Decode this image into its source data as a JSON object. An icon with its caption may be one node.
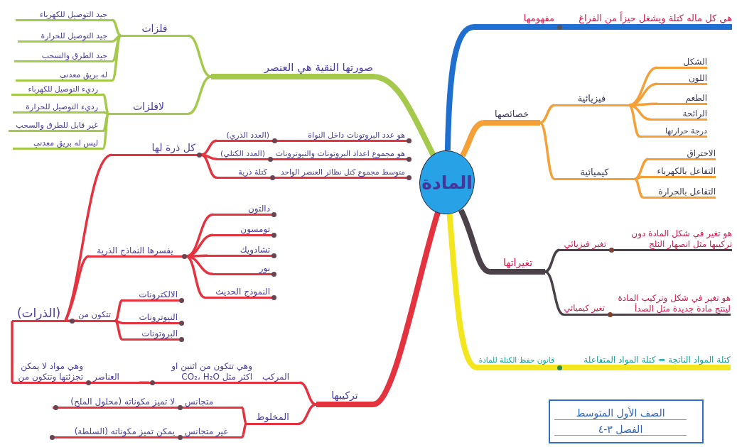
{
  "diagram": {
    "nodes": [
      {
        "text": [
          "المادة"
        ]
      },
      {
        "text": [
          "هي كل ماله كتلة ويشغل حيزاً من الفراغ",
          "مفهومها"
        ]
      },
      {
        "text": [
          "خصائصها"
        ]
      },
      {
        "text": [
          "فيزيائية"
        ]
      },
      {
        "text": [
          "الشكل"
        ]
      },
      {
        "text": [
          "اللون"
        ]
      },
      {
        "text": [
          "الطعم"
        ]
      },
      {
        "text": [
          "الرائحة"
        ]
      },
      {
        "text": [
          "درجة حرارتها"
        ]
      },
      {
        "text": [
          "كيميائية"
        ]
      },
      {
        "text": [
          "الاحتراق"
        ]
      },
      {
        "text": [
          "التفاعل بالكهرباء"
        ]
      },
      {
        "text": [
          "التفاعل بالحرارة"
        ]
      },
      {
        "text": [
          "تغيراتها"
        ]
      },
      {
        "text": [
          "هو تغير في شكل المادة دون تركيبها مثل انصهار الثلج",
          "تغير فيزيائي"
        ]
      },
      {
        "text": [
          "هو تغير في شكل وتركيب المادة لينتج مادة جديدة مثل الصدأ",
          "تغير كيميائي"
        ]
      },
      {
        "text": [
          "كتلة المواد الناتجة = كتلة المواد المتفاعلة",
          "قانون حفظ الكتلة للمادة"
        ]
      },
      {
        "text": [
          "تركيبها"
        ]
      },
      {
        "text": [
          "المركب",
          "وهي تتكون من اثنين او اكثر مثل CO₂، H₂O"
        ]
      },
      {
        "text": [
          "العناصر",
          "وهي مواد لا يمكن تجزئتها وتتكون من"
        ]
      },
      {
        "text": [
          "(الذرات)"
        ]
      },
      {
        "text": [
          "تتكون من"
        ]
      },
      {
        "text": [
          "الالكترونات"
        ]
      },
      {
        "text": [
          "النيوترونات"
        ]
      },
      {
        "text": [
          "البروتونات"
        ]
      },
      {
        "text": [
          "يفسرها النماذج الذرية"
        ]
      },
      {
        "text": [
          "دالتون"
        ]
      },
      {
        "text": [
          "تومسون"
        ]
      },
      {
        "text": [
          "تشادويك"
        ]
      },
      {
        "text": [
          "بور"
        ]
      },
      {
        "text": [
          "النموذج الحديث"
        ]
      },
      {
        "text": [
          "كل ذرة لها"
        ]
      },
      {
        "text": [
          "هو عدد البروتونات داخل النواة",
          "(العدد الذري)"
        ]
      },
      {
        "text": [
          "هو مجموع اعداد البروتونات والنيوترونات",
          "(العدد الكتلي)"
        ]
      },
      {
        "text": [
          "متوسط مجموع كتل نظائر العنصر الواحد",
          "كتلة ذرية"
        ]
      },
      {
        "text": [
          "المخلوط"
        ]
      },
      {
        "text": [
          "متجانس",
          "لا تميز مكوناته (محلول الملح)"
        ]
      },
      {
        "text": [
          "غير متجانس",
          "يمكن تميز مكوناته (السلطة)"
        ]
      },
      {
        "text": [
          "صورتها النقية هي العنصر"
        ]
      },
      {
        "text": [
          "فلزات"
        ]
      },
      {
        "text": [
          "جيد التوصيل للكهرباء"
        ]
      },
      {
        "text": [
          "جيد التوصيل للحرارة"
        ]
      },
      {
        "text": [
          "جيد الطرق والسحب"
        ]
      },
      {
        "text": [
          "له بريق معدني"
        ]
      },
      {
        "text": [
          "لافلزات"
        ]
      },
      {
        "text": [
          "رديء التوصيل للكهرباء"
        ]
      },
      {
        "text": [
          "رديء التوصيل للحرارة"
        ]
      },
      {
        "text": [
          "غير قابل للطرق والسحب"
        ]
      },
      {
        "text": [
          "ليس له بريق معدني"
        ]
      },
      {
        "text": [
          "الصف الأول المتوسط",
          "الفصل ٣-٤"
        ]
      }
    ],
    "edges": [
      {
        "from": 0,
        "to": 1,
        "arrow": "none",
        "style": "thick",
        "color": "#1f6fd1"
      },
      {
        "from": 0,
        "to": 2,
        "arrow": "none",
        "style": "thick",
        "color": "#f5a037"
      },
      {
        "from": 2,
        "to": 3,
        "arrow": "none",
        "color": "#f5a037"
      },
      {
        "from": 3,
        "to": 4,
        "arrow": "none",
        "color": "#f5a037"
      },
      {
        "from": 3,
        "to": 5,
        "arrow": "none",
        "color": "#f5a037"
      },
      {
        "from": 3,
        "to": 6,
        "arrow": "none",
        "color": "#f5a037"
      },
      {
        "from": 3,
        "to": 7,
        "arrow": "none",
        "color": "#f5a037"
      },
      {
        "from": 3,
        "to": 8,
        "arrow": "none",
        "color": "#f5a037"
      },
      {
        "from": 2,
        "to": 9,
        "arrow": "none",
        "color": "#f5a037"
      },
      {
        "from": 9,
        "to": 10,
        "arrow": "none",
        "color": "#f5a037"
      },
      {
        "from": 9,
        "to": 11,
        "arrow": "none",
        "color": "#f5a037"
      },
      {
        "from": 9,
        "to": 12,
        "arrow": "none",
        "color": "#f5a037"
      },
      {
        "from": 0,
        "to": 13,
        "arrow": "none",
        "style": "thick",
        "color": "#4b4249"
      },
      {
        "from": 13,
        "to": 14,
        "arrow": "none",
        "color": "#4b4249"
      },
      {
        "from": 13,
        "to": 15,
        "arrow": "none",
        "color": "#4b4249"
      },
      {
        "from": 0,
        "to": 16,
        "arrow": "none",
        "style": "thick",
        "color": "#f3e61c"
      },
      {
        "from": 0,
        "to": 17,
        "arrow": "none",
        "style": "thick"
      },
      {
        "from": 17,
        "to": 18,
        "arrow": "none"
      },
      {
        "from": 18,
        "to": 19,
        "arrow": "none"
      },
      {
        "from": 19,
        "to": 20,
        "arrow": "none"
      },
      {
        "from": 20,
        "to": 21,
        "arrow": "none"
      },
      {
        "from": 21,
        "to": 22,
        "arrow": "none"
      },
      {
        "from": 21,
        "to": 23,
        "arrow": "none"
      },
      {
        "from": 21,
        "to": 24,
        "arrow": "none"
      },
      {
        "from": 20,
        "to": 25,
        "arrow": "none"
      },
      {
        "from": 25,
        "to": 26,
        "arrow": "none"
      },
      {
        "from": 25,
        "to": 27,
        "arrow": "none"
      },
      {
        "from": 25,
        "to": 28,
        "arrow": "none"
      },
      {
        "from": 25,
        "to": 29,
        "arrow": "none"
      },
      {
        "from": 25,
        "to": 30,
        "arrow": "none"
      },
      {
        "from": 20,
        "to": 31,
        "arrow": "none"
      },
      {
        "from": 31,
        "to": 32,
        "arrow": "none"
      },
      {
        "from": 31,
        "to": 33,
        "arrow": "none"
      },
      {
        "from": 31,
        "to": 34,
        "arrow": "none"
      },
      {
        "from": 17,
        "to": 35,
        "arrow": "none"
      },
      {
        "from": 35,
        "to": 36,
        "arrow": "none"
      },
      {
        "from": 35,
        "to": 37,
        "arrow": "none"
      },
      {
        "from": 0,
        "to": 38,
        "arrow": "none",
        "style": "thick",
        "color": "#a5c94a"
      },
      {
        "from": 38,
        "to": 39,
        "arrow": "none",
        "color": "#a5c94a"
      },
      {
        "from": 39,
        "to": 40,
        "arrow": "none",
        "color": "#a5c94a"
      },
      {
        "from": 39,
        "to": 41,
        "arrow": "none",
        "color": "#a5c94a"
      },
      {
        "from": 39,
        "to": 42,
        "arrow": "none",
        "color": "#a5c94a"
      },
      {
        "from": 39,
        "to": 43,
        "arrow": "none",
        "color": "#a5c94a"
      },
      {
        "from": 38,
        "to": 44,
        "arrow": "none",
        "color": "#a5c94a"
      },
      {
        "from": 44,
        "to": 45,
        "arrow": "none",
        "color": "#a5c94a"
      },
      {
        "from": 44,
        "to": 46,
        "arrow": "none",
        "color": "#a5c94a"
      },
      {
        "from": 44,
        "to": 47,
        "arrow": "none",
        "color": "#a5c94a"
      },
      {
        "from": 44,
        "to": 48,
        "arrow": "none",
        "color": "#a5c94a"
      }
    ]
  }
}
